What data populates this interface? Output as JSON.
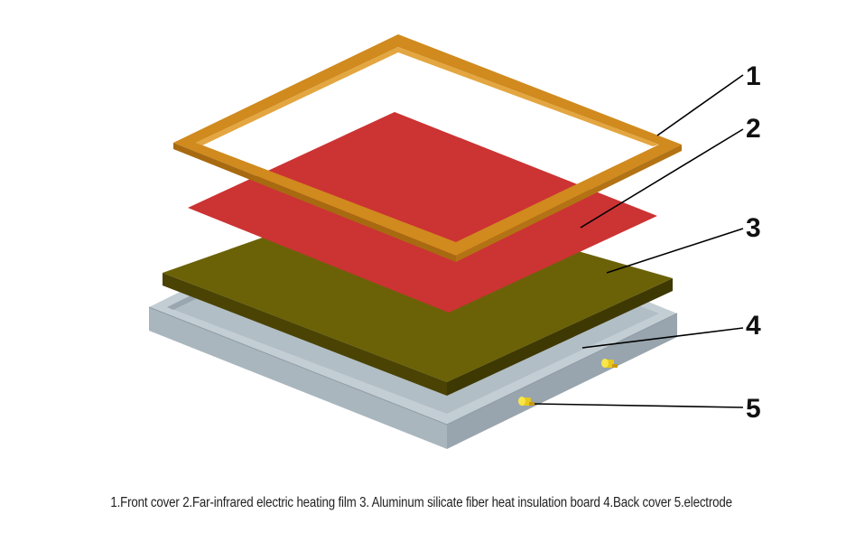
{
  "colors": {
    "front_cover": "#d08a1e",
    "heating_film": "#cc3333",
    "insulation_board": "#6b6208",
    "back_cover": "#b9c5cc",
    "electrode": "#f0d030"
  },
  "callouts": [
    {
      "number": "1",
      "part": "front-cover"
    },
    {
      "number": "2",
      "part": "heating-film"
    },
    {
      "number": "3",
      "part": "insulation-board"
    },
    {
      "number": "4",
      "part": "back-cover"
    },
    {
      "number": "5",
      "part": "electrode"
    }
  ],
  "caption": "1.Front cover 2.Far-infrared electric heating film 3. Aluminum silicate fiber heat insulation board 4.Back cover 5.electrode"
}
